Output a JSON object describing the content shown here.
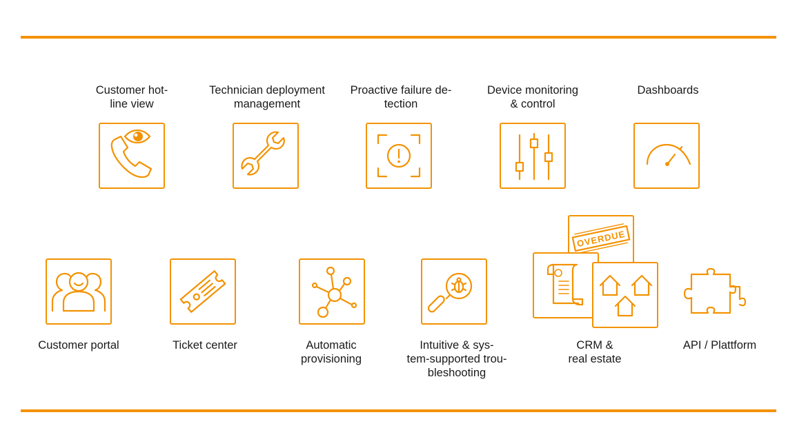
{
  "colors": {
    "accent": "#f39200",
    "text": "#1a1a1a",
    "background": "#ffffff"
  },
  "top_row": [
    {
      "label": "Customer hot-\nline view",
      "icon": "phone-eye-icon"
    },
    {
      "label": "Technician deployment\nmanagement",
      "icon": "wrench-icon"
    },
    {
      "label": "Proactive failure de-\ntection",
      "icon": "alert-focus-icon"
    },
    {
      "label": "Device monitoring\n& control",
      "icon": "sliders-icon"
    },
    {
      "label": "Dashboards",
      "icon": "gauge-icon"
    }
  ],
  "bottom_row": [
    {
      "label": "Customer portal",
      "icon": "users-icon"
    },
    {
      "label": "Ticket center",
      "icon": "ticket-icon"
    },
    {
      "label": "Automatic\nprovisioning",
      "icon": "network-icon"
    },
    {
      "label": "Intuitive & sys-\ntem-supported trou-\nbleshooting",
      "icon": "bug-search-icon"
    },
    {
      "label": "CRM &\nreal estate",
      "icon": "crm-realestate-icon",
      "stamp_text": "OVERDUE"
    },
    {
      "label": "API / Plattform",
      "icon": "puzzle-icon"
    }
  ]
}
